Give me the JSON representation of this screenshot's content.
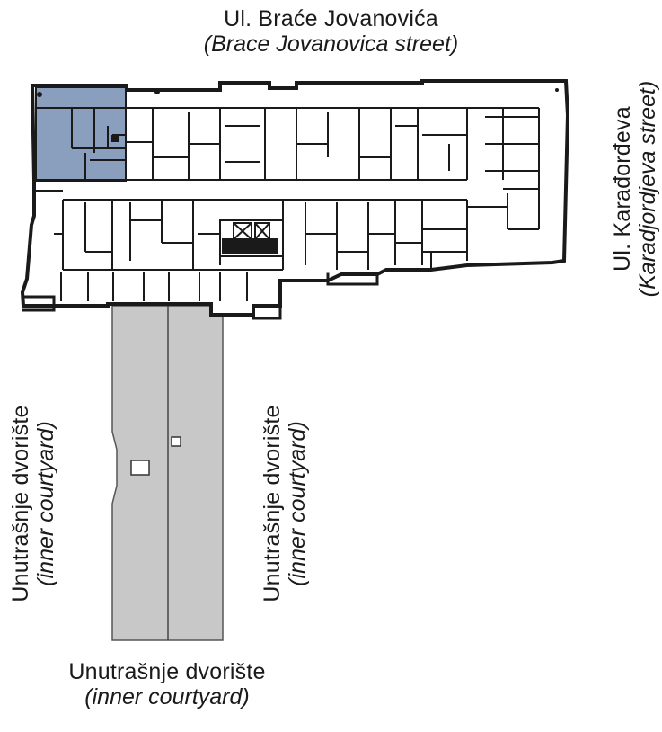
{
  "labels": {
    "top_street": {
      "primary": "Ul. Braće Jovanovića",
      "secondary": "(Brace Jovanovica street)"
    },
    "right_street": {
      "primary": "Ul. Karađorđeva",
      "secondary": "(Karadjordjeva street)"
    },
    "left_courtyard": {
      "primary": "Unutrašnje dvorište",
      "secondary": "(inner courtyard)"
    },
    "middle_courtyard": {
      "primary": "Unutrašnje dvorište",
      "secondary": "(inner courtyard)"
    },
    "bottom_courtyard": {
      "primary": "Unutrašnje dvorište",
      "secondary": "(inner courtyard)"
    }
  },
  "colors": {
    "wall": "#1a1a1a",
    "highlight_unit": "#8a9fbd",
    "courtyard_fill": "#c8c8c8",
    "background": "#ffffff"
  }
}
